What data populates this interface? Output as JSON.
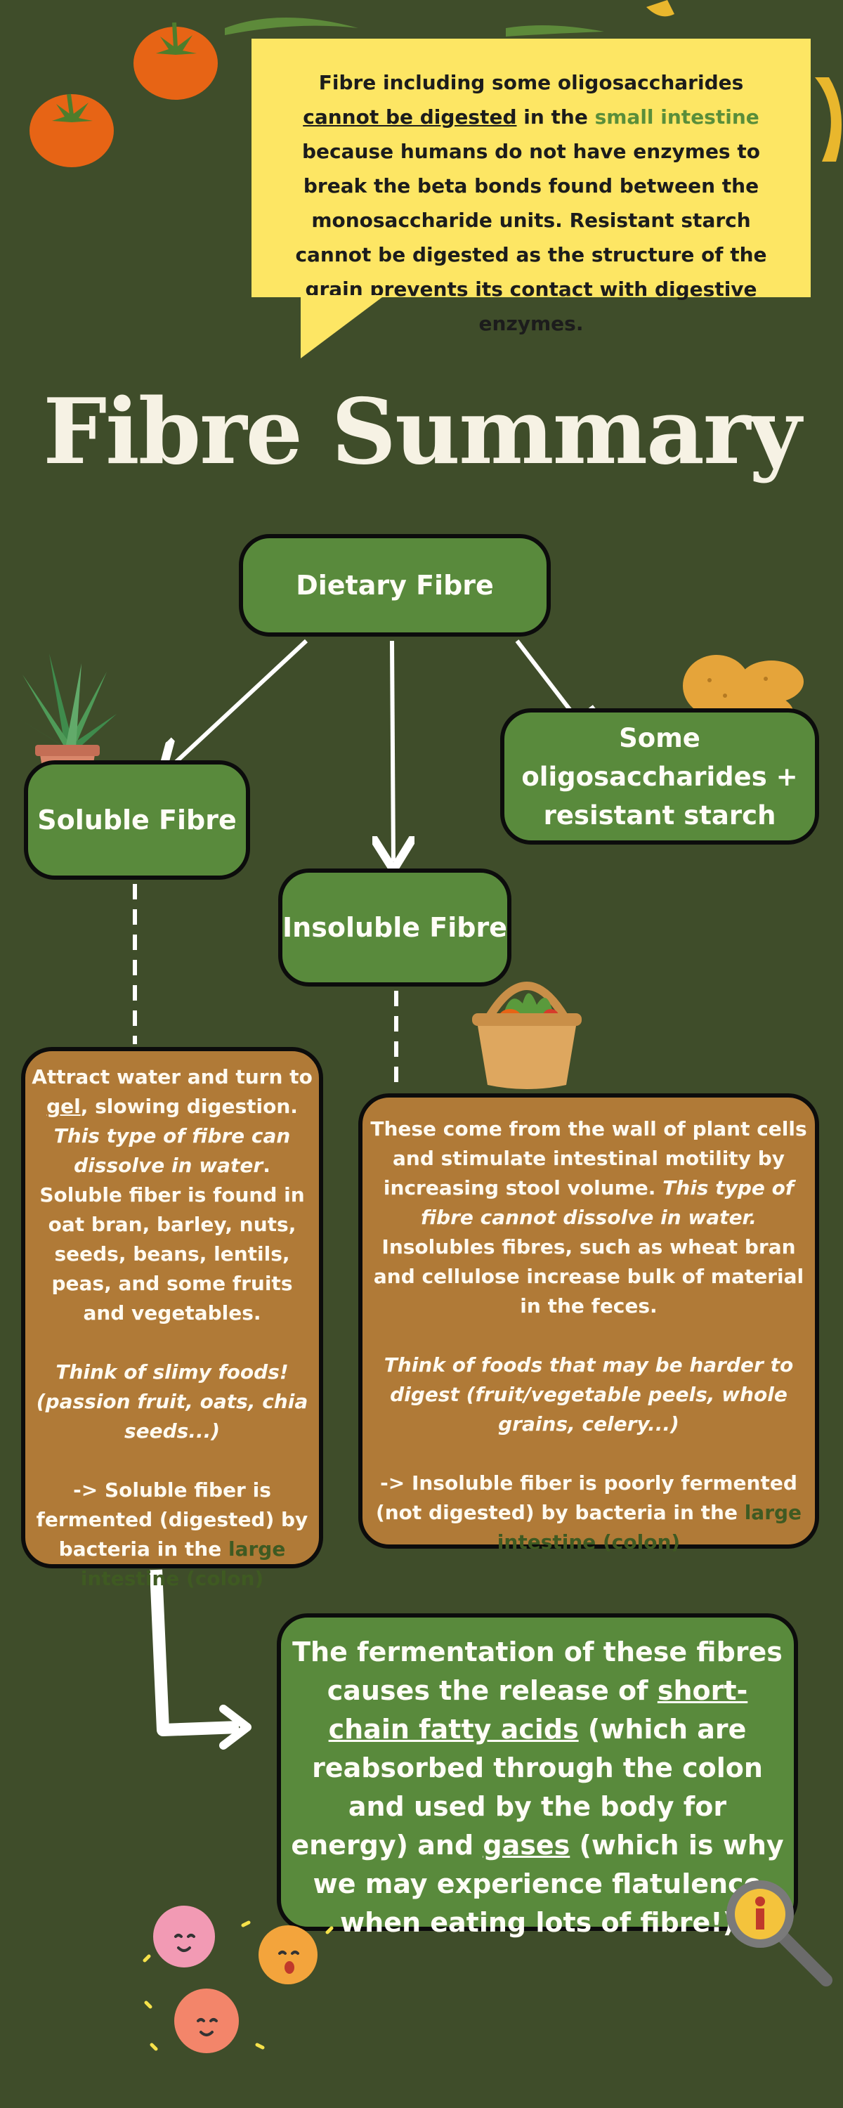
{
  "bubble": {
    "t1": "Fibre including some oligosaccharides ",
    "u1": "cannot be digested",
    "t2": " in the ",
    "g1": "small intestine",
    "t3": " because humans do not have enzymes to break the beta bonds found between the monosaccharide units. Resistant starch cannot be digested as the structure of the grain prevents its contact with digestive enzymes."
  },
  "title": "Fibre Summary",
  "nodes": {
    "dietary": "Dietary Fibre",
    "soluble": "Soluble Fibre",
    "insoluble": "Insoluble Fibre",
    "oligo": "Some oligosaccharides + resistant starch"
  },
  "soluble_box": {
    "l1": "Attract water and turn to ",
    "gel": "gel",
    "l2": ", slowing digestion. ",
    "i1": "This type of fibre can dissolve in water",
    "l3": ". Soluble fiber is found in oat bran, barley, nuts, seeds, beans, lentils, peas, and some fruits and vegetables.",
    "think": "Think of slimy foods! (passion fruit, oats, chia seeds...)",
    "arrow": "-> Soluble fiber is fermented (digested) by bacteria in the ",
    "colon": "large intestine (colon)"
  },
  "insoluble_box": {
    "l1": "These come from the wall of plant cells and stimulate intestinal motility by increasing stool volume. ",
    "i1": "This type of fibre cannot dissolve in water.",
    "l2": " Insolubles fibres, such as wheat bran and cellulose increase bulk of material in the feces.",
    "think": "Think of foods that may be harder to digest (fruit/vegetable peels, whole grains, celery...)",
    "arrow": "-> Insoluble fiber is poorly fermented (not digested) by bacteria in the ",
    "colon": "large intestine (colon)"
  },
  "ferment": {
    "t1": "The fermentation of these fibres causes the release of ",
    "u1": "short-chain fatty acids",
    "t2": " (which are reabsorbed through the colon and used by the body for energy) and ",
    "u2": "gases",
    "t3": " (which is why we may experience flatulence when eating lots of fibre!)"
  },
  "icons": [
    "tomato-icon",
    "banana-icon",
    "aloe-plant-icon",
    "potato-icon",
    "vegetable-basket-icon",
    "magnifier-info-icon",
    "bacteria-icon"
  ],
  "colors": {
    "background": "#3f4d2a",
    "bubble": "#fde664",
    "node": "#598a3c",
    "box": "#b07a37",
    "accent_green": "#5a8e3a"
  }
}
